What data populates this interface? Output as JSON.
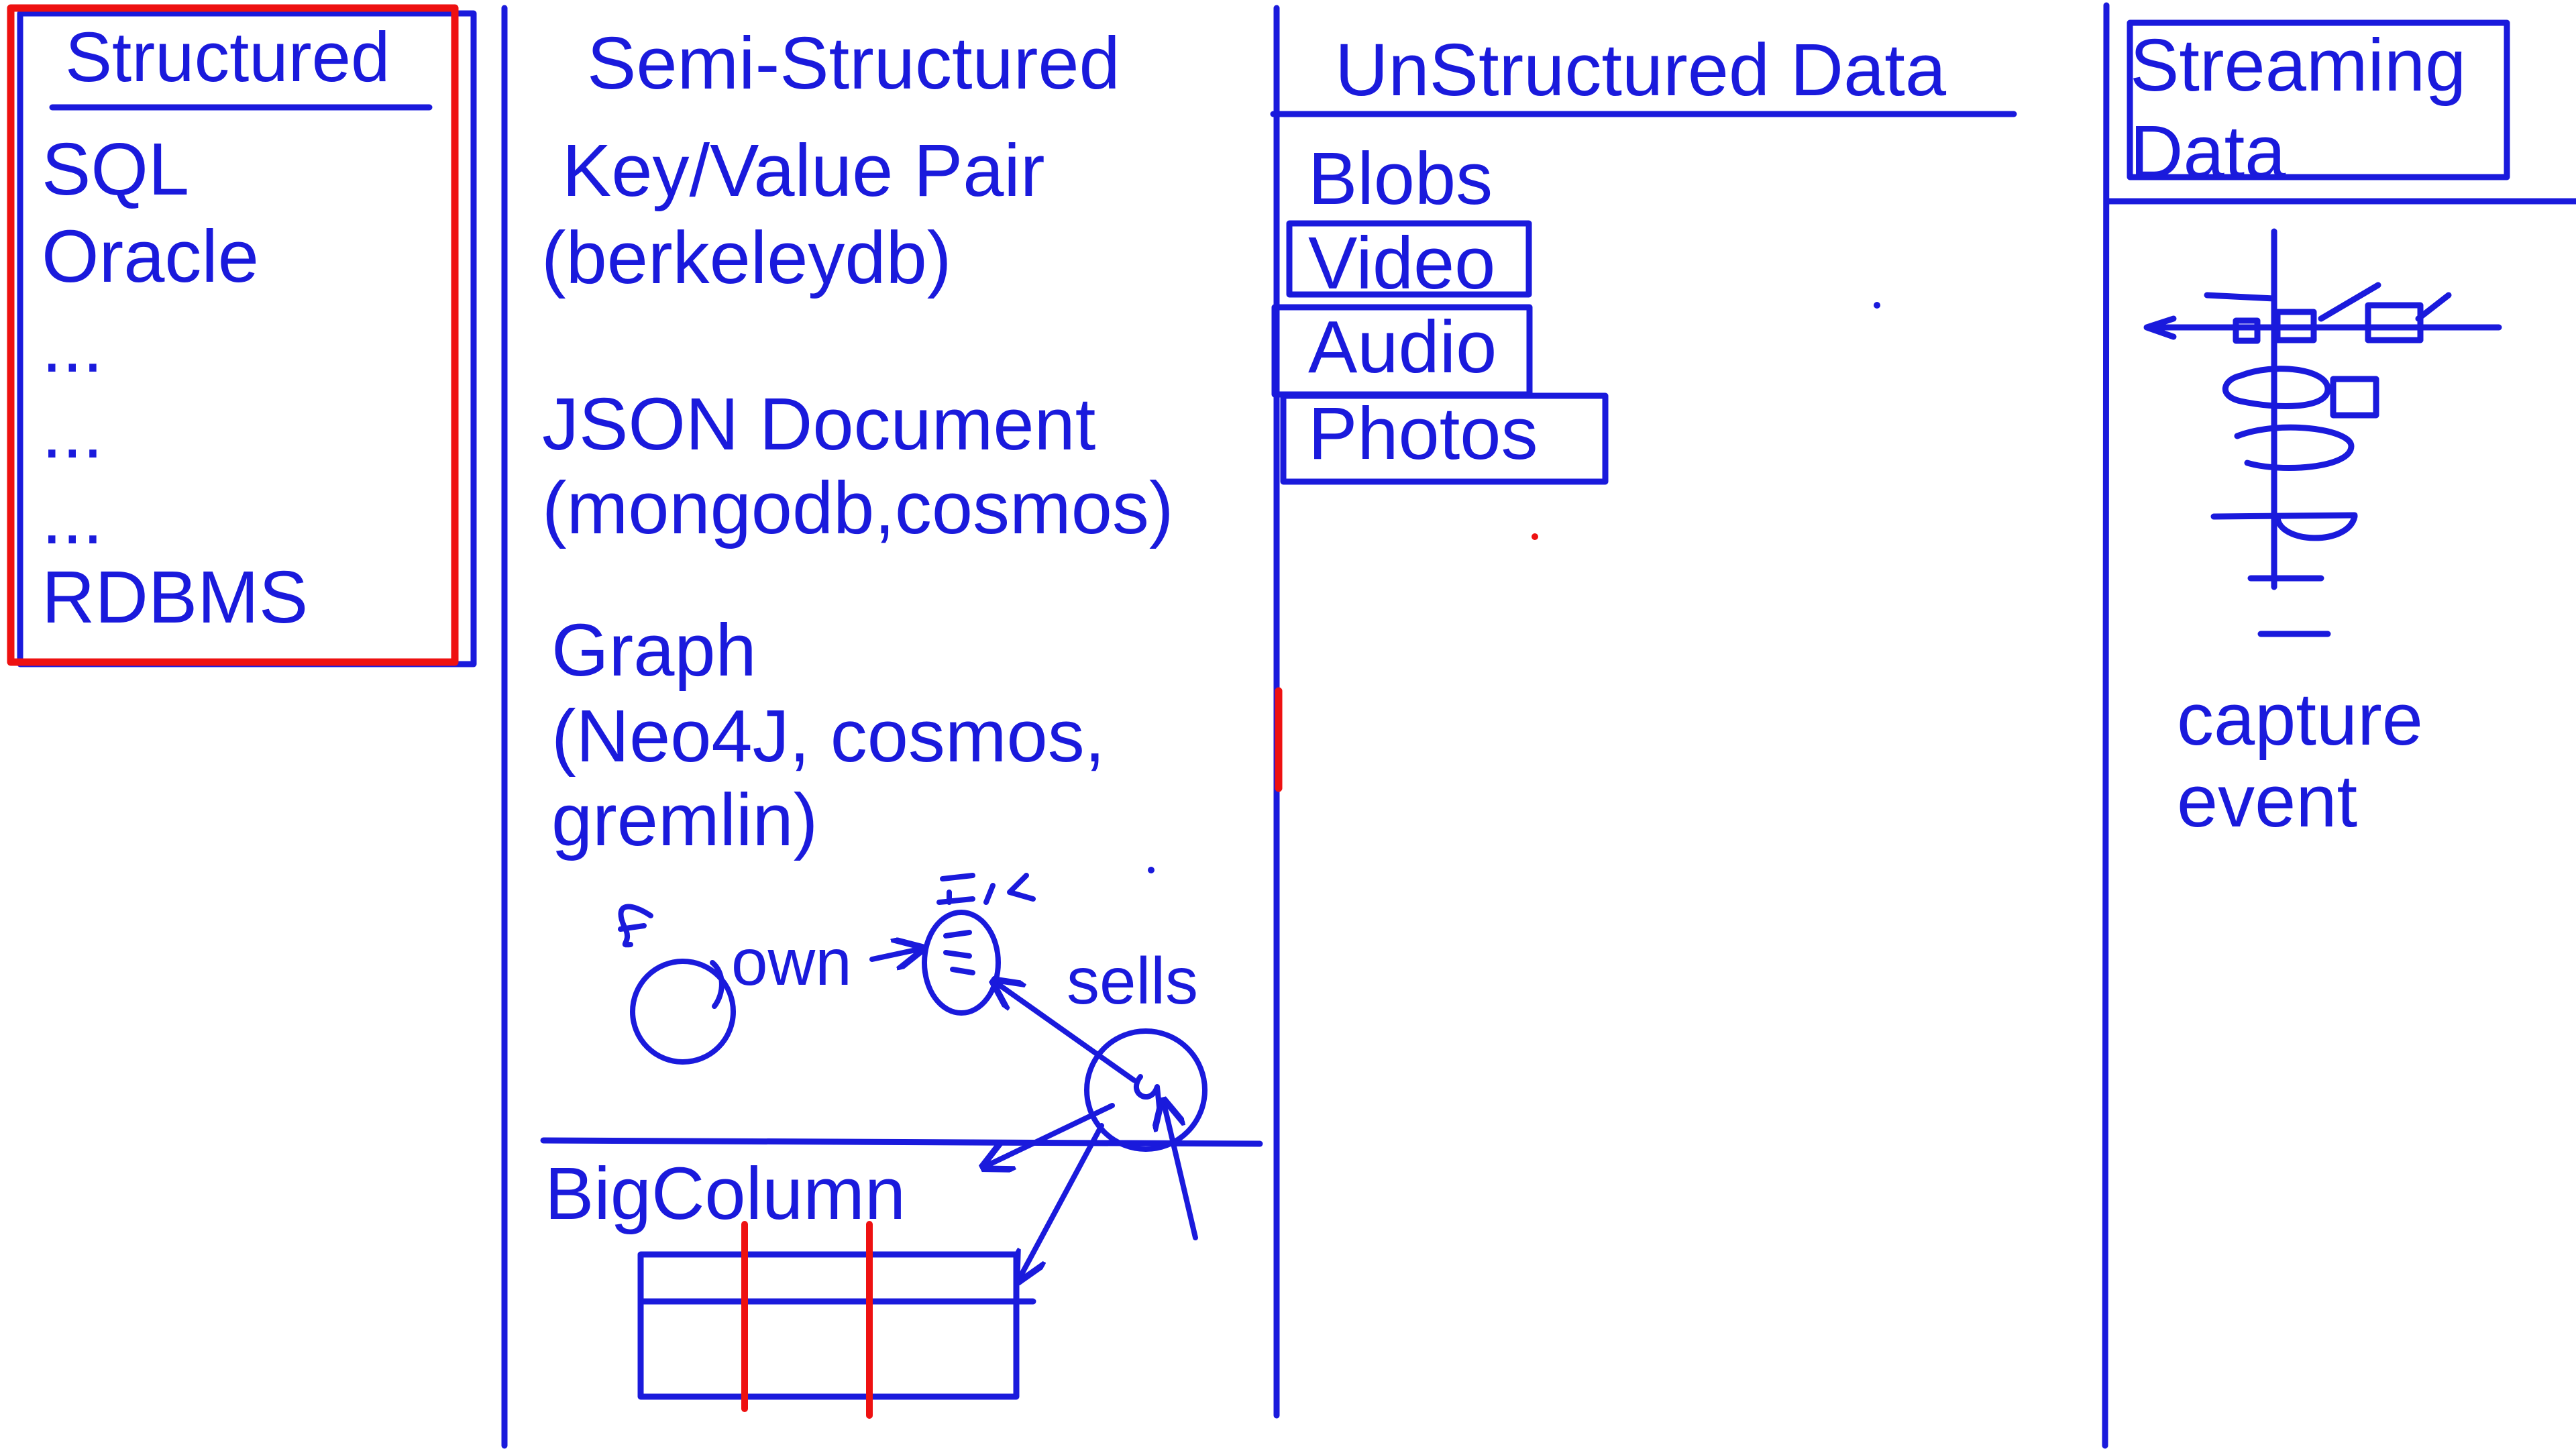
{
  "colors": {
    "ink": "#1a1adc",
    "highlight": "#ee1111",
    "background": "#ffffff"
  },
  "structured": {
    "title": "Structured",
    "items": [
      "SQL",
      "Oracle",
      "...",
      "...",
      "...",
      "RDBMS"
    ]
  },
  "semi_structured": {
    "title": "Semi-Structured",
    "kv_title": "Key/Value Pair",
    "kv_example": "(berkeleydb)",
    "json_title": "JSON Document",
    "json_example": "(mongodb,cosmos)",
    "graph_title": "Graph",
    "graph_example_1": "(Neo4J, cosmos,",
    "graph_example_2": "gremlin)",
    "sketch_own": "own",
    "sketch_sells": "sells",
    "bigcolumn_title": "BigColumn"
  },
  "unstructured": {
    "title": "UnStructured Data",
    "items": [
      "Blobs",
      "Video",
      "Audio",
      "Photos"
    ]
  },
  "streaming": {
    "title_line1": "Streaming",
    "title_line2": "Data",
    "caption_line1": "capture",
    "caption_line2": "event"
  }
}
